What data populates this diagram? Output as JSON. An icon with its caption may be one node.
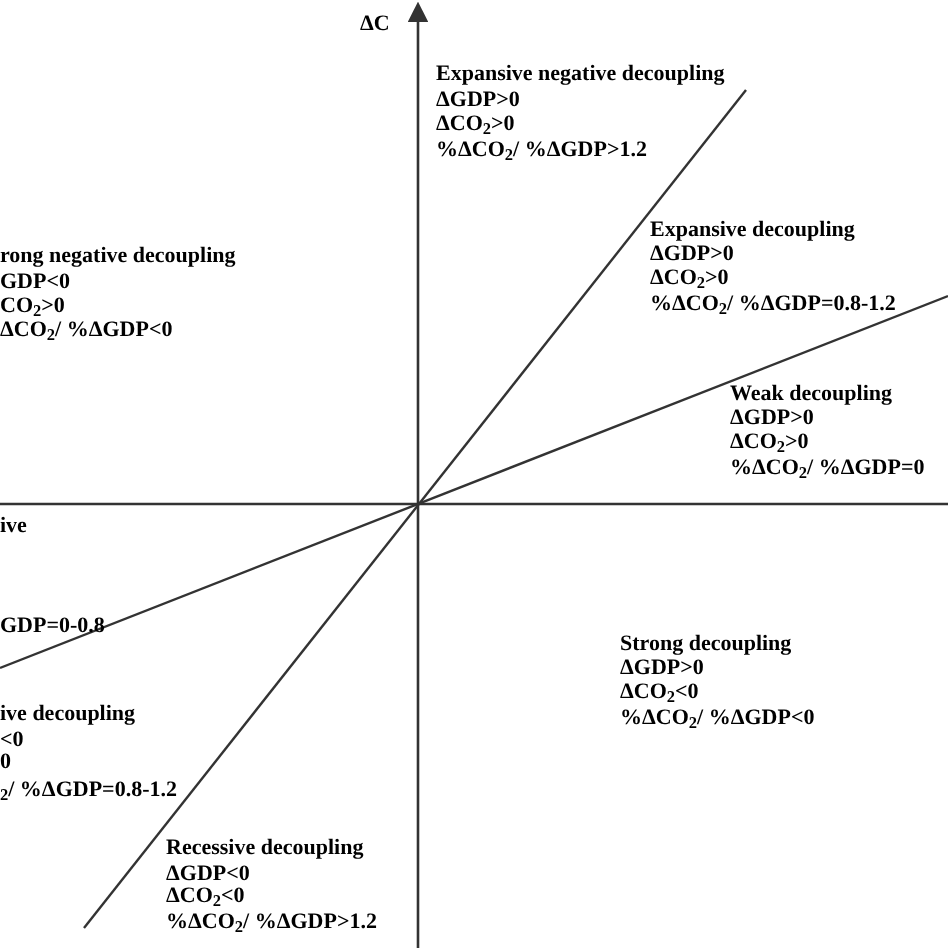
{
  "diagram": {
    "labels": [
      "ΔC",
      "Expansive negative decoupling",
      "ΔGDP>0",
      "ΔCO$_{2}$>0",
      "%ΔCO$_{2}$/ %ΔGDP>1.2",
      "Expansive decoupling",
      "ΔGDP>0",
      "ΔCO$_{2}$>0",
      "%ΔCO$_{2}$/ %ΔGDP=0.8-1.2",
      "rong negative decoupling",
      "GDP<0",
      "CO$_{2}$>0",
      "ΔCO$_{2}$/ %ΔGDP<0",
      "Weak decoupling",
      "ΔGDP>0",
      "ΔCO$_{2}$>0",
      "%ΔCO$_{2}$/ %ΔGDP=0",
      "ive",
      "GDP=0-0.8",
      "Strong decoupling",
      "ΔGDP>0",
      "ΔCO$_{2}$<0",
      "%ΔCO$_{2}$/ %ΔGDP<0",
      "ive decoupling",
      "<0",
      "0",
      "$_{2}$/ %ΔGDP=0.8-1.2",
      "Recessive decoupling",
      "ΔGDP<0",
      "ΔCO$_{2}$<0",
      "%ΔCO$_{2}$/ %ΔGDP>1.2"
    ]
  }
}
